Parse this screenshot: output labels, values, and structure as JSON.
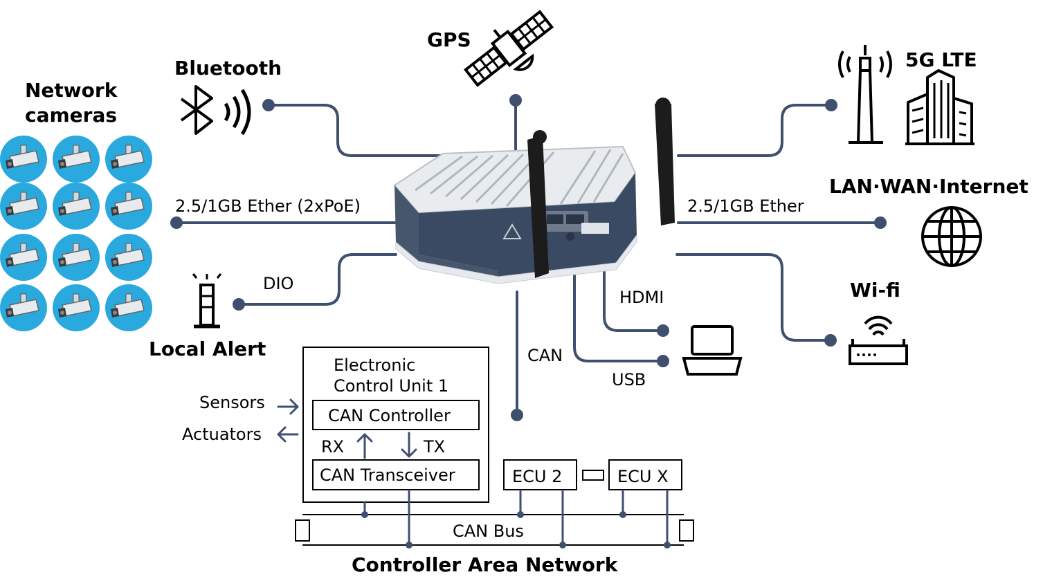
{
  "labels": {
    "gps": "GPS",
    "bluetooth": "Bluetooth",
    "network_cameras_line1": "Network",
    "network_cameras_line2": "cameras",
    "lte": "5G LTE",
    "lan": "LAN·WAN·Internet",
    "ether_left": "2.5/1GB Ether (2xPoE)",
    "ether_right": "2.5/1GB Ether",
    "dio": "DIO",
    "local_alert": "Local Alert",
    "wifi": "Wi-fi",
    "hdmi": "HDMI",
    "usb": "USB",
    "can": "CAN",
    "ecu1_line1": "Electronic",
    "ecu1_line2": "Control Unit 1",
    "can_controller": "CAN Controller",
    "can_transceiver": "CAN Transceiver",
    "rx": "RX",
    "tx": "TX",
    "sensors": "Sensors",
    "actuators": "Actuators",
    "ecu2": "ECU 2",
    "ecux": "ECU X",
    "can_bus": "CAN Bus",
    "can_network": "Controller Area Network"
  },
  "colors": {
    "wire": "#3f4f6e",
    "camera_circle": "#2aa9df",
    "device_body": "#3a4a62",
    "device_fins": "#e9ecef"
  },
  "icons": [
    "satellite-icon",
    "bluetooth-icon",
    "camera-icon",
    "cell-tower-icon",
    "building-icon",
    "globe-icon",
    "alert-light-icon",
    "laptop-icon",
    "wifi-router-icon",
    "edge-computer-device"
  ]
}
